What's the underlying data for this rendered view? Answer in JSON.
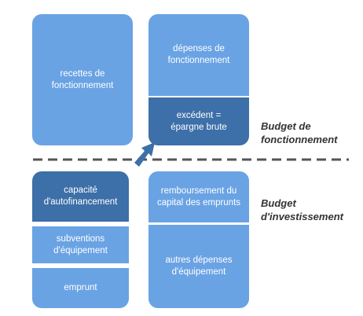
{
  "colors": {
    "light_box": "#6aa3e4",
    "dark_box": "#3d6fa8",
    "separator": "#555555",
    "label_text": "#333333"
  },
  "fonctionnement": {
    "recettes": "recettes de\nfonctionnement",
    "depenses": "dépenses de\nfonctionnement",
    "excedent": "excédent =\népargne brute",
    "label": "Budget de\nfonctionnement"
  },
  "investissement": {
    "capacite": "capacité\nd'autofinancement",
    "subventions": "subventions\nd'équipement",
    "emprunt": "emprunt",
    "remboursement": "remboursement du\ncapital des emprunts",
    "autres_depenses": "autres dépenses\nd'équipement",
    "label": "Budget\nd'investissement"
  }
}
